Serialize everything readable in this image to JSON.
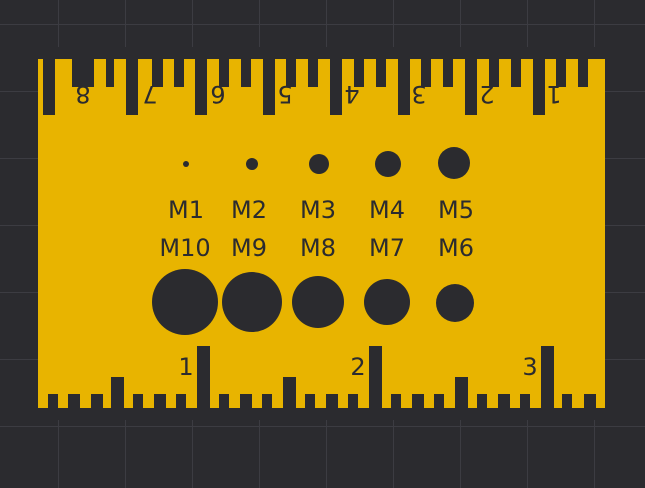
{
  "colors": {
    "background": "#2b2b2f",
    "grid": "#3c3c42",
    "plate": "#e8b400",
    "cutout": "#2b2b2f"
  },
  "top_ruler": {
    "numbers": [
      "1",
      "2",
      "3",
      "4",
      "5",
      "6",
      "7",
      "8"
    ]
  },
  "bottom_ruler": {
    "numbers": [
      "1",
      "2",
      "3"
    ]
  },
  "holes_row1": {
    "labels": [
      "M1",
      "M2",
      "M3",
      "M4",
      "M5"
    ]
  },
  "holes_row2": {
    "labels": [
      "M10",
      "M9",
      "M8",
      "M7",
      "M6"
    ]
  }
}
